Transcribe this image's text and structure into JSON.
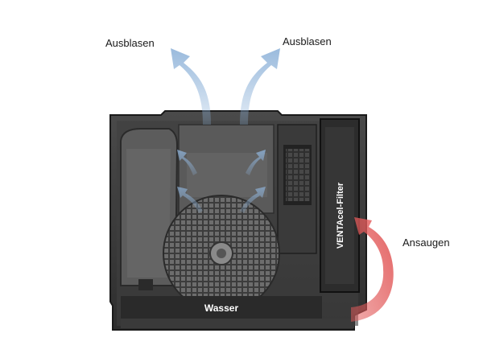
{
  "labels": {
    "blow_out_left": "Ausblasen",
    "blow_out_right": "Ausblasen",
    "intake": "Ansaugen",
    "water": "Wasser",
    "filter": "VENTAcel-Filter"
  },
  "colors": {
    "housing": "#3a3a3a",
    "housing_dark": "#1f1f1f",
    "panel": "#5a5a5a",
    "airflow_blue": "#8fb3d9",
    "intake_red": "#e25a5a",
    "water_band": "#2a2a2a"
  }
}
